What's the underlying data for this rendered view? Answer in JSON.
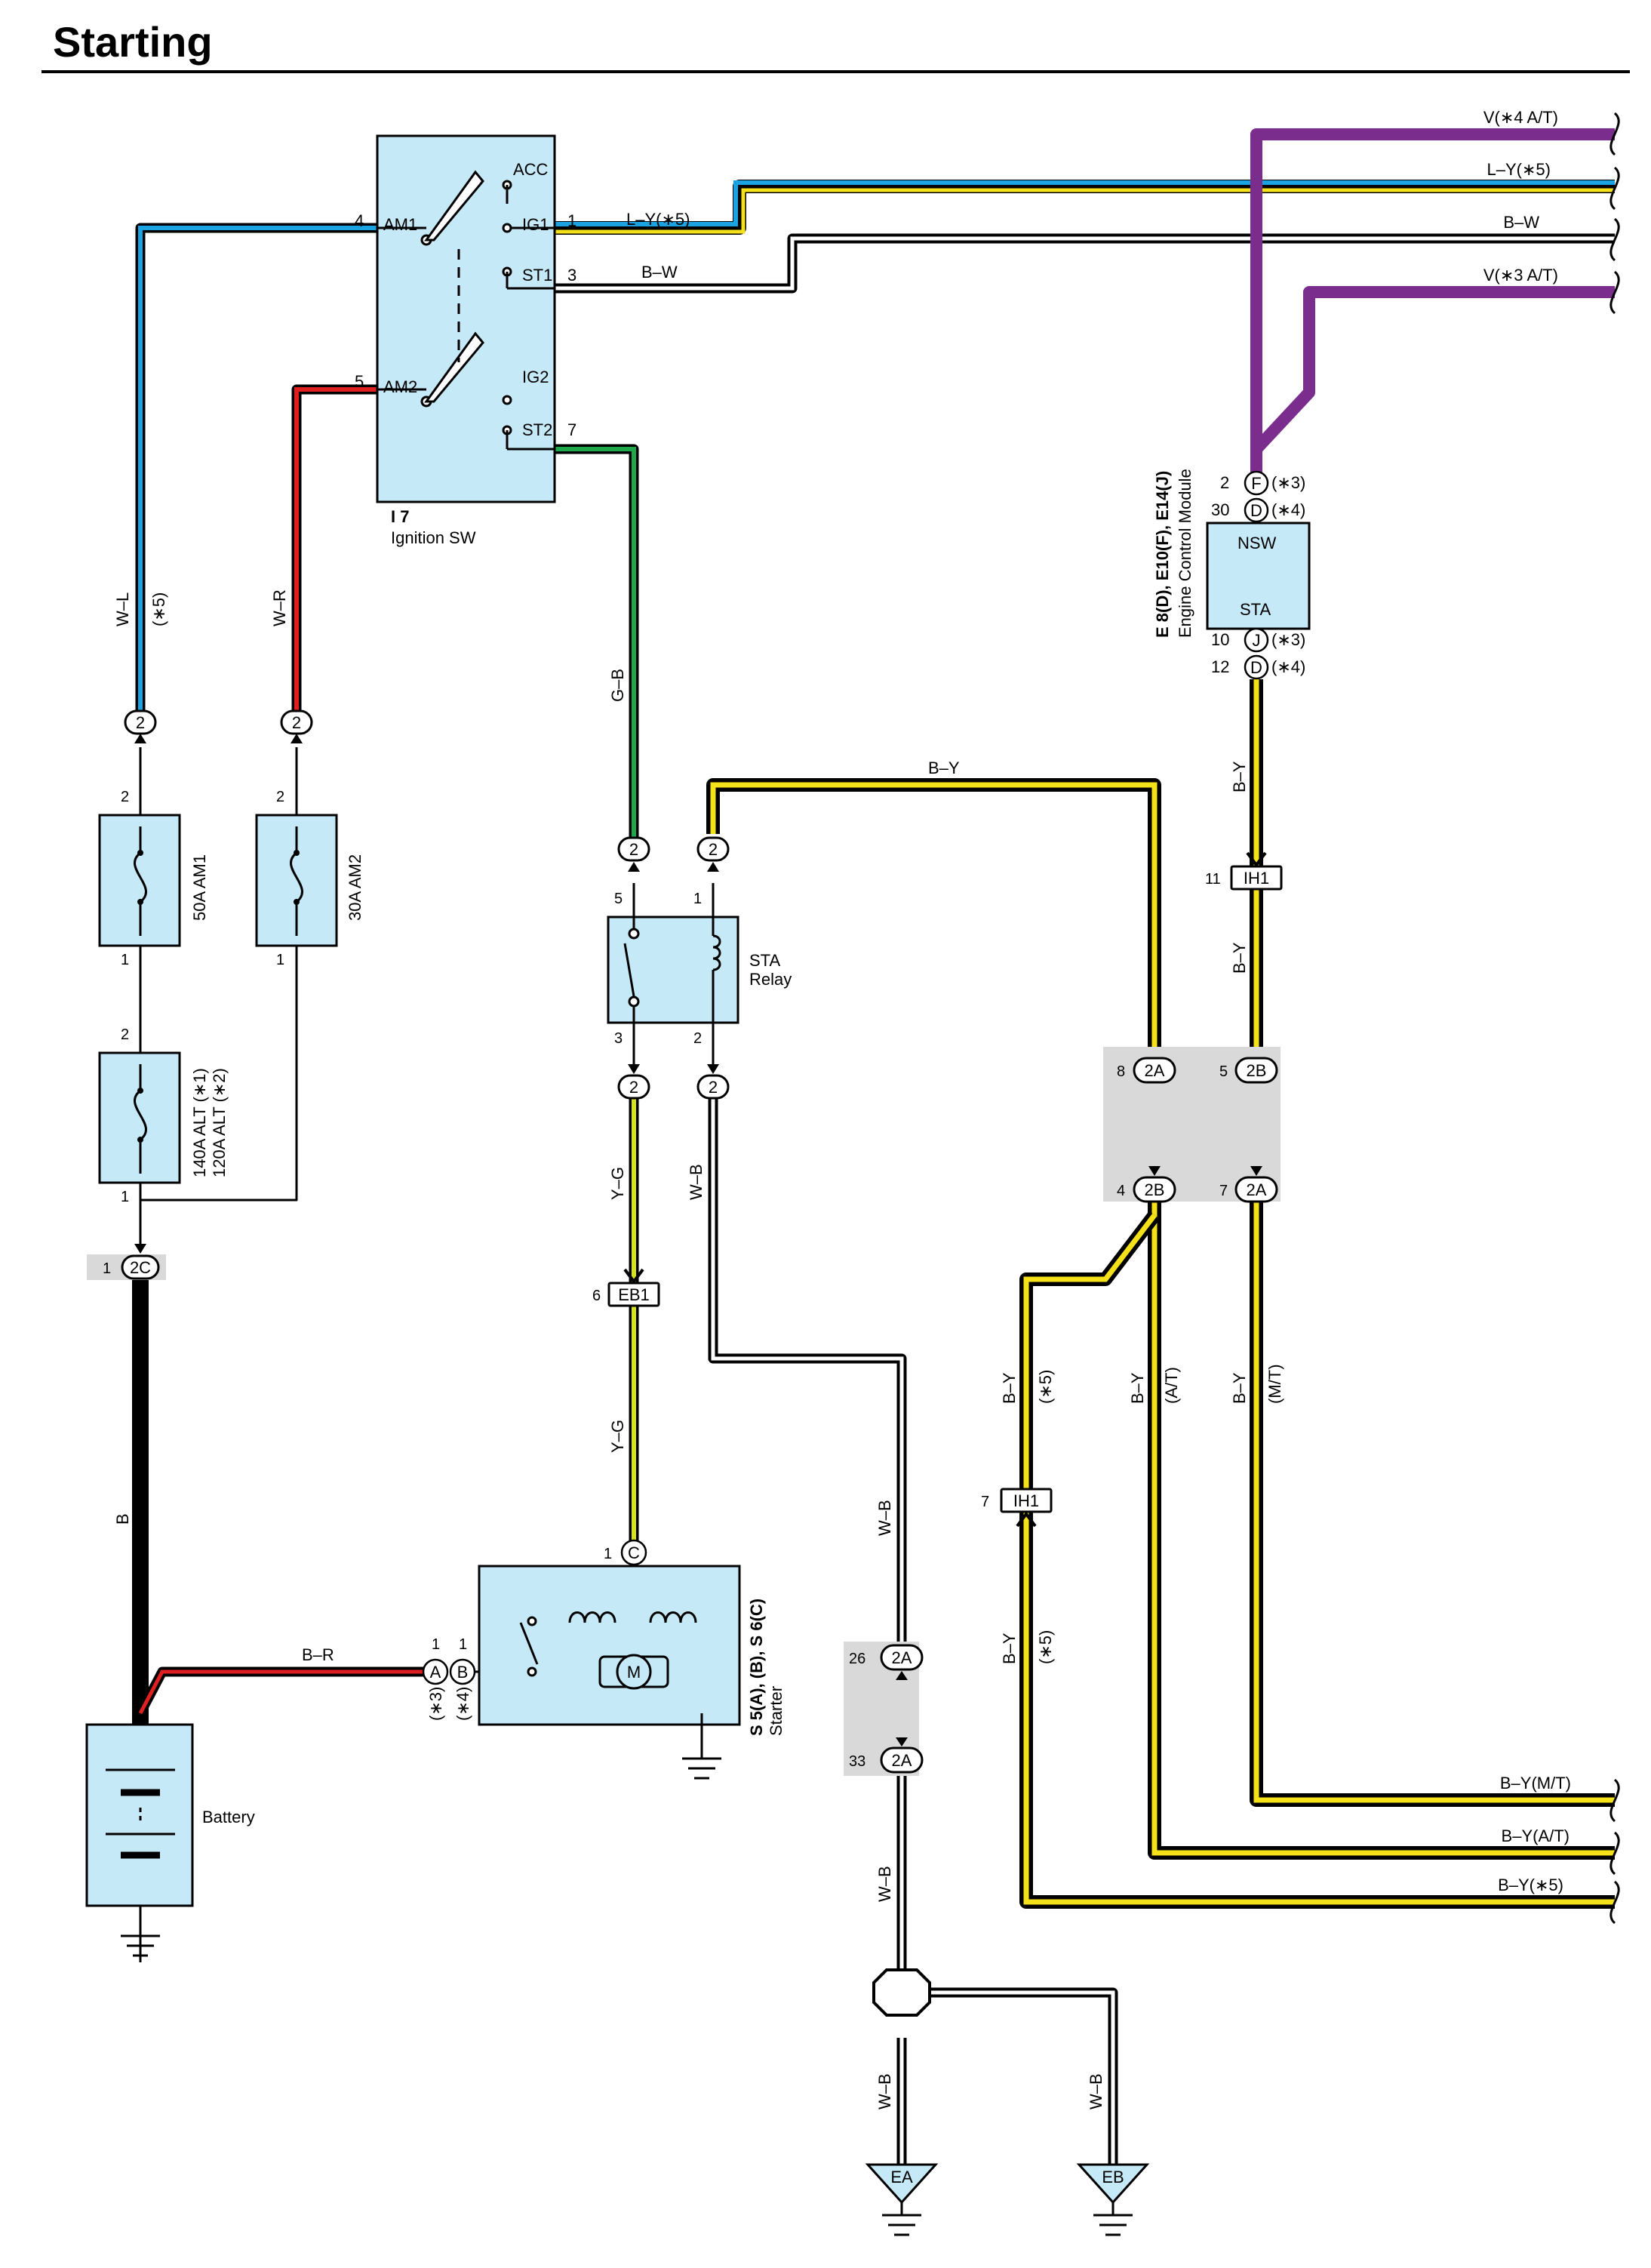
{
  "page": {
    "title": "Starting"
  },
  "colors": {
    "component_fill": "#c6e9f7",
    "wire_blue": "#1aa3e0",
    "wire_red": "#e02020",
    "wire_green": "#1fa84a",
    "wire_yellow": "#f5e11a",
    "wire_yellow_green": "#d6e21a",
    "wire_violet": "#7b2d8e",
    "wire_black": "#000000",
    "splice_grey": "#d9d9d9"
  },
  "ignition_switch": {
    "id": "I 7",
    "name": "Ignition SW",
    "terminals": {
      "acc": "ACC",
      "am1": "AM1",
      "ig1": "IG1",
      "st1": "ST1",
      "am2": "AM2",
      "ig2": "IG2",
      "st2": "ST2"
    },
    "pins": {
      "am1": "4",
      "am2": "5",
      "ig1": "1",
      "st1": "3",
      "st2": "7"
    }
  },
  "ecm": {
    "ids": "E 8(D), E10(F), E14(J)",
    "name": "Engine Control Module",
    "terminals": {
      "nsw": "NSW",
      "sta": "STA"
    },
    "pins": [
      {
        "num": "2",
        "conn": "F",
        "note": "(∗3)"
      },
      {
        "num": "30",
        "conn": "D",
        "note": "(∗4)"
      },
      {
        "num": "10",
        "conn": "J",
        "note": "(∗3)"
      },
      {
        "num": "12",
        "conn": "D",
        "note": "(∗4)"
      }
    ]
  },
  "fuses": [
    {
      "name": "50A AM1"
    },
    {
      "name": "30A AM2"
    },
    {
      "name": "140A ALT (∗1)",
      "name2": "120A ALT (∗2)"
    }
  ],
  "sta_relay": {
    "line1": "STA",
    "line2": "Relay"
  },
  "starter": {
    "ids": "S 5(A), (B), S 6(C)",
    "name": "Starter",
    "motor": "M"
  },
  "battery": {
    "name": "Battery"
  },
  "wire_labels": {
    "w_l": "W–L",
    "star5": "(∗5)",
    "w_r": "W–R",
    "g_b": "G–B",
    "l_y5": "L–Y(∗5)",
    "b_w": "B–W",
    "b_y": "B–Y",
    "y_g": "Y–G",
    "w_b": "W–B",
    "b": "B",
    "b_r": "B–R",
    "at": "(A/T)",
    "mt": "(M/T)",
    "star3": "(∗3)",
    "star4": "(∗4)"
  },
  "edge_labels": {
    "v4": "V(∗4 A/T)",
    "ly5": "L–Y(∗5)",
    "bw": "B–W",
    "v3": "V(∗3 A/T)",
    "bymt": "B–Y(M/T)",
    "byat": "B–Y(A/T)",
    "by5": "B–Y(∗5)"
  },
  "connectors": {
    "two": "2",
    "c2a": "2A",
    "c2b": "2B",
    "c2c": "2C",
    "ih1": "IH1",
    "eb1": "EB1",
    "c": "C",
    "a": "A",
    "b": "B",
    "ea": "EA",
    "eb": "EB"
  },
  "pin_numbers": {
    "p1": "1",
    "p2": "2",
    "p3": "3",
    "p4": "4",
    "p5": "5",
    "p6": "6",
    "p7": "7",
    "p8": "8",
    "p11": "11",
    "p26": "26",
    "p33": "33"
  }
}
